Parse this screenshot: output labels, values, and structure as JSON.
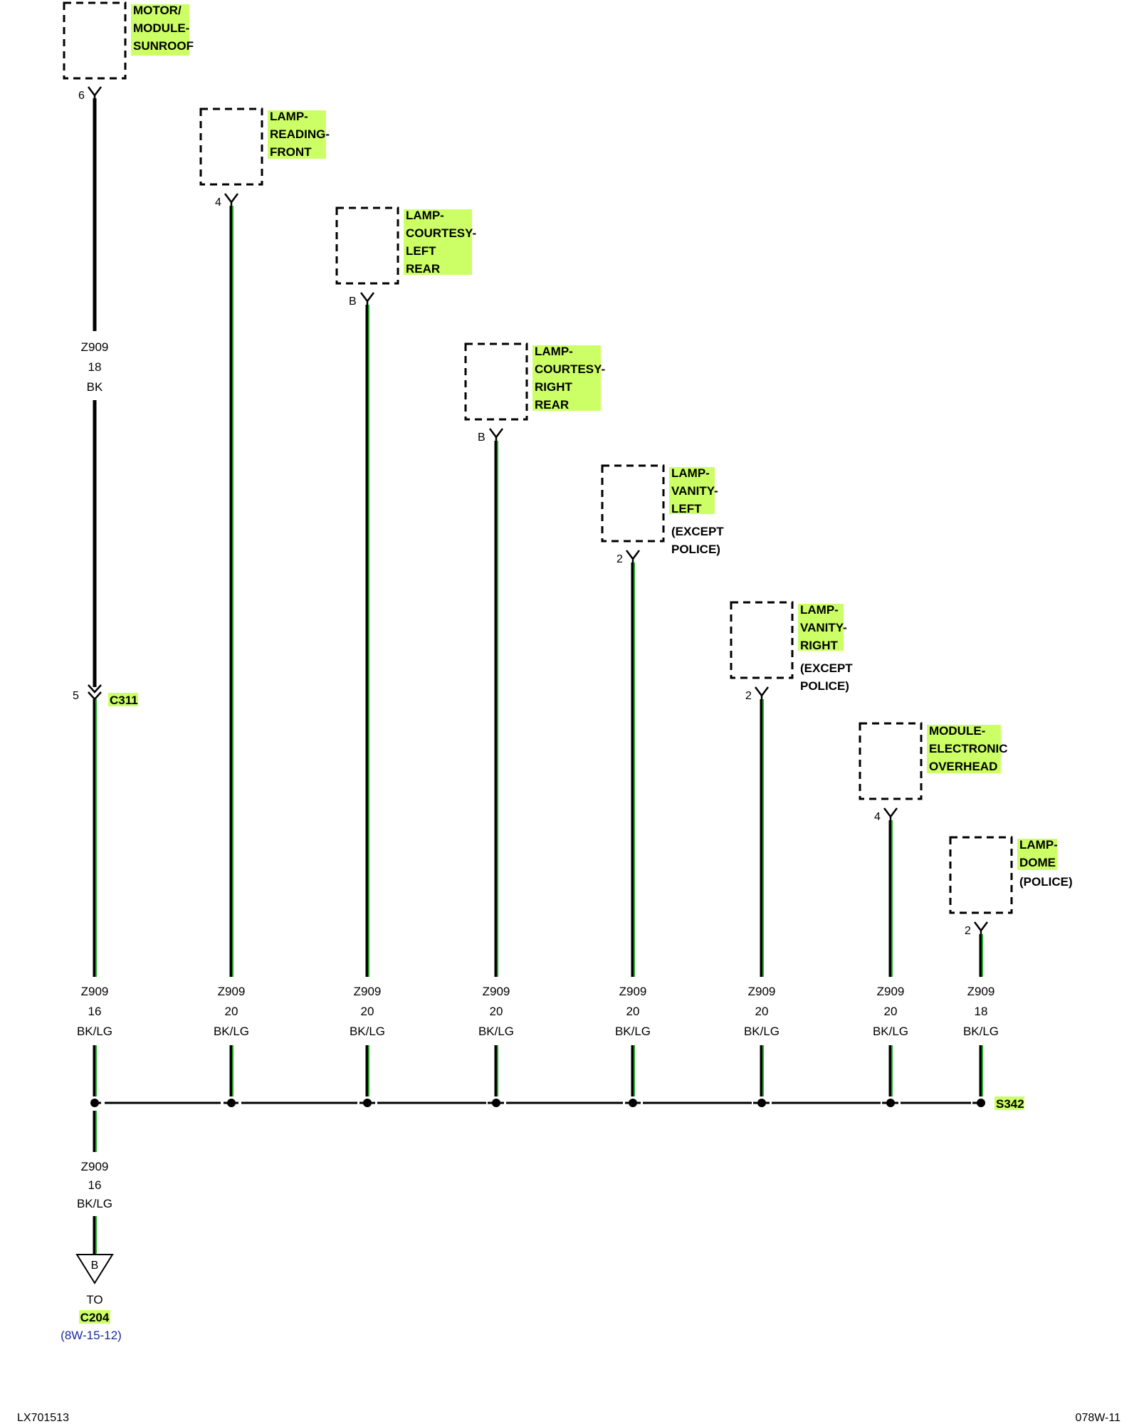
{
  "components": [
    {
      "id": "sunroof",
      "lines": [
        "MOTOR/",
        "MODULE-",
        "SUNROOF"
      ],
      "highlight": 3,
      "pin": "6"
    },
    {
      "id": "reading",
      "lines": [
        "LAMP-",
        "READING-",
        "FRONT"
      ],
      "highlight": 3,
      "pin": "4"
    },
    {
      "id": "courtesy-left",
      "lines": [
        "LAMP-",
        "COURTESY-",
        "LEFT",
        "REAR"
      ],
      "highlight": 4,
      "pin": "B"
    },
    {
      "id": "courtesy-right",
      "lines": [
        "LAMP-",
        "COURTESY-",
        "RIGHT",
        "REAR"
      ],
      "highlight": 4,
      "pin": "B"
    },
    {
      "id": "vanity-left",
      "lines": [
        "LAMP-",
        "VANITY-",
        "LEFT",
        "(EXCEPT",
        "POLICE)"
      ],
      "highlight": 3,
      "pin": "2"
    },
    {
      "id": "vanity-right",
      "lines": [
        "LAMP-",
        "VANITY-",
        "RIGHT",
        "(EXCEPT",
        "POLICE)"
      ],
      "highlight": 3,
      "pin": "2"
    },
    {
      "id": "overhead",
      "lines": [
        "MODULE-",
        "ELECTRONIC",
        "OVERHEAD"
      ],
      "highlight": 3,
      "pin": "4"
    },
    {
      "id": "dome",
      "lines": [
        "LAMP-",
        "DOME",
        "(POLICE)"
      ],
      "highlight": 2,
      "pin": "2"
    }
  ],
  "upper_wire": {
    "circuit": "Z909",
    "gauge": "18",
    "color": "BK"
  },
  "connector_c311": {
    "pin": "5",
    "name": "C311"
  },
  "branch_wires": [
    {
      "circuit": "Z909",
      "gauge": "16",
      "color": "BK/LG"
    },
    {
      "circuit": "Z909",
      "gauge": "20",
      "color": "BK/LG"
    },
    {
      "circuit": "Z909",
      "gauge": "20",
      "color": "BK/LG"
    },
    {
      "circuit": "Z909",
      "gauge": "20",
      "color": "BK/LG"
    },
    {
      "circuit": "Z909",
      "gauge": "20",
      "color": "BK/LG"
    },
    {
      "circuit": "Z909",
      "gauge": "20",
      "color": "BK/LG"
    },
    {
      "circuit": "Z909",
      "gauge": "20",
      "color": "BK/LG"
    },
    {
      "circuit": "Z909",
      "gauge": "18",
      "color": "BK/LG"
    }
  ],
  "splice": {
    "name": "S342"
  },
  "lower_wire": {
    "circuit": "Z909",
    "gauge": "16",
    "color": "BK/LG"
  },
  "offpage": {
    "letter": "B",
    "to_label": "TO",
    "connector": "C204",
    "reference": "(8W-15-12)"
  },
  "footer": {
    "left": "LX701513",
    "right": "078W-11"
  },
  "colors": {
    "highlight": "#ccff66",
    "wire_green": "#22aa22",
    "wire_black": "#000000",
    "link_blue": "#1a2a9a"
  }
}
